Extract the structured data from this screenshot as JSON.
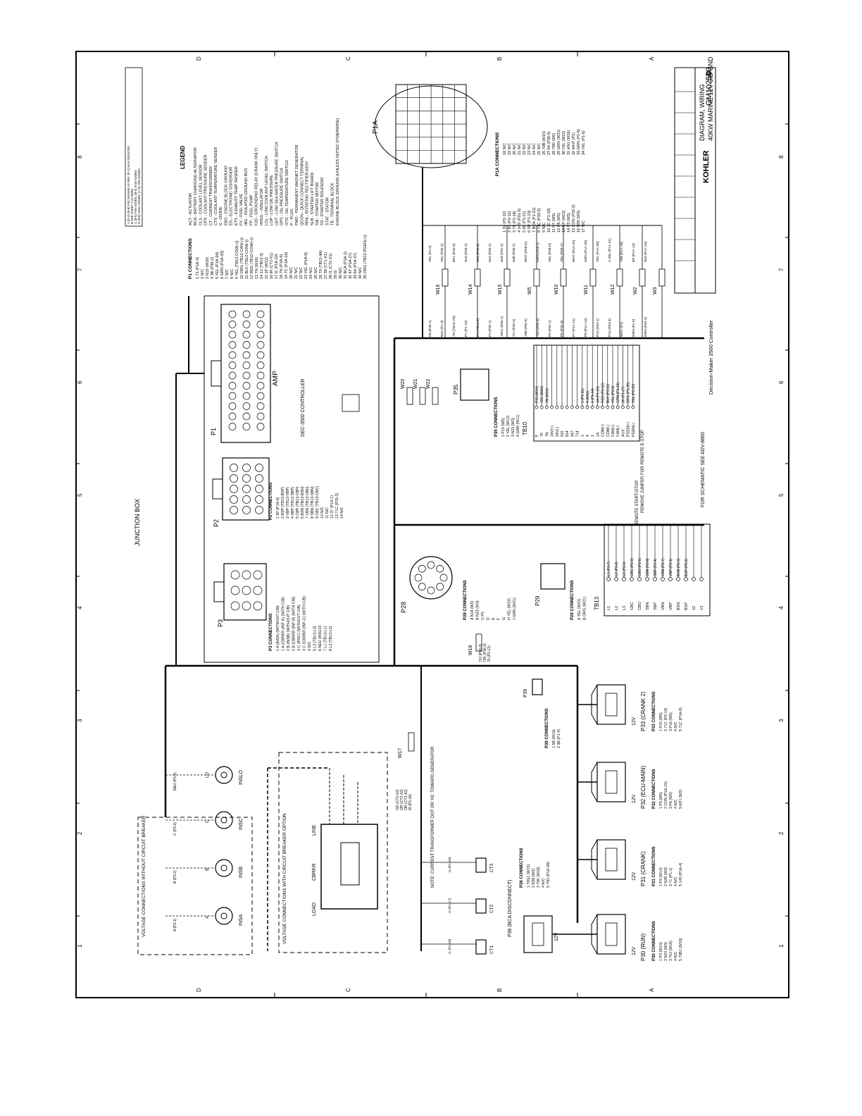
{
  "drawing": {
    "number": "GM102540",
    "rev": "D",
    "title_lines": [
      "DIAGRAM, WIRING",
      "40KW MARINE 12V 3ID GND"
    ],
    "company": "KOHLER",
    "footnote": "Decision-Maker 3500 Controller",
    "schematic_ref": "FOR SCHEMATIC SEE ADV-8860"
  },
  "zones": {
    "rows": [
      "D",
      "C",
      "B",
      "A"
    ],
    "cols": [
      "1",
      "2",
      "3",
      "4",
      "5",
      "6",
      "7",
      "8"
    ]
  },
  "revisions": [
    {
      "rev": "A",
      "text": "(D-2)-(E-8) P33 SHOWN AS REF. (P-2) WAS DELETED"
    },
    {
      "rev": "B",
      "text": "SEE SHEET 2 (273630)"
    },
    {
      "rev": "C",
      "text": "(B-6) P39 ADDED, (B-5) W18 ADDED"
    },
    {
      "rev": "D",
      "text": "(B-8) 70G1 ADDED, (A-5) 70D ADDED"
    }
  ],
  "legend": {
    "title": "LEGEND",
    "items": [
      "ACT - ACTUATOR",
      "BCA - BATTERY CHARGING ALTERNATOR",
      "CLS - COOLANT LEVEL SENSOR",
      "CPS - COOLANT PRESSURE SENDER",
      "CT - CURRENT TRANSFORMER",
      "CTS - COOLANT TEMPERATURE SENDER",
      "D - DIODE",
      "EBG - ENGINE BLOCK GROUND",
      "EG - ELECTRONIC GOVERNOR",
      "ETS - EXHAUST TEMP SENDER",
      "FV - FUEL VALVE",
      "IBG - ISOLATED GROUND BUS",
      "FP - FUEL PUMP",
      "K20 - GROUNDING RELAY (CRANK ONLY)",
      "INSUL - INSULATOR",
      "LCL - LOW COOLANT LEVEL SWITCH",
      "LOP - LOW OIL PRESSURE",
      "LWT - LOW SEA WATER PRESSURE SWITCH",
      "OPS - OIL PRESSURE SWITCH",
      "OTS - OIL TEMPERATURE SWITCH",
      "P - PLUG",
      "PMG - PERMANENT MAGNET GENERATOR",
      "QCON - QUICK CONNECT TERMINAL",
      "RRA - ROTATING RECTIFIER ASSY",
      "SLB - STARTER LIFT BOARD",
      "SM - STARTER MOTOR",
      "SS - STARTER SOLENOID",
      "STAT - STATOR",
      "TB - TERMINAL BLOCK",
      "ENGINE BLOCK GROUND (UNLESS NOTED OTHERWISE)"
    ]
  },
  "blocks": {
    "junction_box": "JUNCTION BOX",
    "controller": "DEC-3500 CONTROLLER",
    "amp": "AMP",
    "remote_start": "REMOTE START/STOP",
    "remote_jumper": "REMOVE JUMPER FOR REMOTE E-STOP",
    "voltage_no_breaker": "VOLTAGE CONNECTIONS WITHOUT CIRCUIT BREAKER",
    "voltage_breaker": "VOLTAGE CONNECTIONS WITH CIRCUIT BREAKER OPTION",
    "breaker": "CBRKR",
    "line": "LINE",
    "load": "LOAD",
    "ct_note": "NOTE: CURRENT TRANSFORMER DOT OR 'H1' TOWARD GENERATOR",
    "connector_p1": "P1",
    "connector_p2": "P2",
    "connector_p3": "P3",
    "connector_p28": "P28",
    "connector_p29": "P29",
    "connector_p35": "P35",
    "connector_p39": "P39",
    "connector_p1a": "P1A",
    "tb10": "TB10",
    "tb13": "TB13"
  },
  "p1_connections": {
    "title": "P1 CONNECTIONS",
    "rows": [
      "1 71 (P1A-3)",
      "2 N/C",
      "3 N15 (W16)",
      "4 3B (P39-2)",
      "5 YEL (P1A-34)",
      "6 GRN (P1A-33)",
      "7 N/C",
      "8 N/C",
      "9 YEL (TB12-COM(+))",
      "10 ORG (TB12-CAN(+))",
      "11 BLK (TB12-COM(-))",
      "12 RED (TB12-COM(+))",
      "13 7N (W16)",
      "14 12 (TB12-3)",
      "15 1P (W12)",
      "16 IR (CT2-X1)",
      "17 I2 (P1A-22)",
      "18 7N (P1A-8)",
      "19 7C (P1A-10)",
      "20 N/C",
      "21 N/C",
      "22 N/C",
      "23 YEL (P1A-6)",
      "24 N/C",
      "25 N/C",
      "26 70 (TB12-4A)",
      "27 30 (CT1-X1)",
      "28 I1 (CT1-X1)",
      "29 I3",
      "30 N/C",
      "31 BCA (P1A-2)",
      "32 87 (P1A-27)",
      "33 64 (P1A-27)",
      "34 N/C",
      "35 ORG (TB12-PGEN(+))"
    ]
  },
  "p1a_connections": {
    "title": "P1A CONNECTIONS",
    "rows": [
      "1 37 (P2-12)",
      "2 87 (P2-12)",
      "3 71 (P1-18)",
      "4 14S (P31-5)",
      "5 69 (P1-21)",
      "6 5R (P1-23)",
      "7 BCA (P1-31)",
      "8 71C (P33-5)",
      "9 N/C",
      "10 7C (P1-19)",
      "11 P7 (W5)",
      "12 P8 (W5)",
      "13 EP (W12)",
      "14 P3 (W5)",
      "15 CON (P32-2)",
      "16 N20 (W3)",
      "17 N/C",
      "18 N/C",
      "19 N/C",
      "20 N/C",
      "21 N/C",
      "22 N/C",
      "23 N/C",
      "24 N/C",
      "25 N/C",
      "26 70B (W15)",
      "27 64 (P36-5)",
      "28 70D (W5)",
      "29 GRN (W21)",
      "30 YEL (W22)",
      "31 HN1 (W16)",
      "32 WHT (P1)",
      "33 GRN (P1-6)",
      "34 YEL (P1-5)"
    ]
  },
  "p2_connections": {
    "title": "P2 CONNECTIONS",
    "rows": [
      "1 5P (P1A-6)",
      "2 BSP (TB13-BSP)",
      "3 VBP (TB13-VBP)",
      "4 SBP (TB13-SBP)",
      "5 CBP (TB13-CBP)",
      "6 BSN (TB13-BSN)",
      "7 VBN (TB13-VBN)",
      "8 SBN (TB13-SBN)",
      "9 CBC (TB13-CBC)",
      "10 N/C",
      "11 N/C",
      "12 37 (P1A-1)",
      "13 71C (P33-2)",
      "14 N/C"
    ]
  },
  "p3_connections": {
    "title": "P3 CONNECTIONS",
    "rows": [
      "1 A (INSA) (WITHOUT C/B)",
      "1 A (CBRKR (INF-A) (WITH C/B)",
      "2 B (INSB) (WITHOUT C/B)",
      "2 B (CBRKR (INF-B) (WITH C/B)",
      "3 C (INSC) (WITHOUT C/B)",
      "3 C (CBRKR (INF-C) (WITH C/B)",
      "4 N/C",
      "5 L3 (TB13-L3)",
      "6 NEU (INSLO)",
      "7 L1 (TB13-L1)",
      "8 L2 (TB13-L2)"
    ]
  },
  "p28_connections": {
    "title": "P28 CONNECTIONS",
    "rows": [
      "A N16 (W2)",
      "B N23 (W3)",
      "C P5",
      "D",
      "E",
      "F",
      "G",
      "H YEL (W22)",
      "J GRN (W21)"
    ]
  },
  "p29_connections": {
    "title": "P29 CONNECTIONS",
    "rows": [
      "A YEL (W22)",
      "B ORG (W21)"
    ]
  },
  "p35_connections": {
    "title": "P35 CONNECTIONS",
    "rows": [
      "1 P15 (W5)",
      "2 YEL (W12)",
      "3 N23 (W3)",
      "4 GRN (W11)"
    ]
  },
  "p39_connections": {
    "title": "P39 CONNECTIONS",
    "rows": [
      "1 5B (W16)",
      "2 3B (P1-4)"
    ]
  },
  "p30_connections": {
    "title": "P30 CONNECTIONS",
    "label": "P30 (RUN)",
    "rows": [
      "1 P3 (W14)",
      "2 N24 (W3)",
      "3 70J (W16)",
      "4 N/C",
      "5 70B1 (W16)"
    ]
  },
  "p31_connections": {
    "title": "P31 CONNECTIONS",
    "label": "P31 (CRANK)",
    "rows": [
      "1 P4 (W14)",
      "2 N28 (W3)",
      "3 71 (P1-1)",
      "4 N/C",
      "5 14S (P1A-4)"
    ]
  },
  "p32_connections": {
    "title": "P32 CONNECTIONS",
    "label": "P32 (ECU-MAIN)",
    "rows": [
      "1 P5 (W5)",
      "2 CON (P1A-15)",
      "3 P6 (W5)",
      "4 N/C",
      "5 EP1 (W2)"
    ]
  },
  "p33_connections": {
    "title": "P33 CONNECTIONS",
    "label": "P33 (CRANK 2)",
    "rows": [
      "1 P15 (W5)",
      "2 71C (P2-13)",
      "3 P16 (W5)",
      "4 N/C",
      "5 71C (P1A-8)"
    ]
  },
  "p36_connections": {
    "title": "P36 CONNECTIONS",
    "label": "P36 (BCA DISCONNECT)",
    "rows": [
      "1 70G1 (W15)",
      "2 N38 (W3)",
      "3 70K (W18)",
      "4 N/C",
      "5 70D (P1A-28)"
    ]
  },
  "tb10_terminals": [
    "P",
    "70",
    "7N",
    "24V(+)",
    "24V(-)",
    "915",
    "814",
    "947",
    "714",
    "3",
    "4",
    "1",
    "1A",
    "COM(+)",
    "COM(-)",
    "CAN(+)",
    "CAN(-)",
    "AUX",
    "PGEN(+)",
    "PGEN(-)"
  ],
  "tb10_wires": [
    "P15 (W14)",
    "70G (W16)",
    "7N (W16)",
    "",
    "",
    "",
    "",
    "",
    "",
    "3 (P1-15)",
    "4 (W16)",
    "1 (P1-14)",
    "1A (P1-26)",
    "RED (P1-12)",
    "BLK (P1-11)",
    "YEL (P1-9)",
    "GRN (P1-10)",
    "30 (P1-27)",
    "ORG (P1-35)",
    "YEL (P1-23)"
  ],
  "tb13_terminals": [
    "L1",
    "L2",
    "L3",
    "CBC",
    "CBO",
    "SBN",
    "SBP",
    "VBN",
    "VBP",
    "BSN",
    "BSP",
    "12",
    "13"
  ],
  "tb13_wires": [
    "L1 (P3-7)",
    "L2 (P3-8)",
    "L3 (P3-5)",
    "CBC (P2-9)",
    "CBO (P2-5)",
    "SBN (P2-8)",
    "SBP (P2-4)",
    "VBN (P2-7)",
    "VBP (P2-3)",
    "BSN (P2-6)",
    "BSP (P2-2)",
    "",
    ""
  ],
  "harness_labels": [
    "W16",
    "W14",
    "W15",
    "W5",
    "W10",
    "W11",
    "W12",
    "W2",
    "W3",
    "W20",
    "W21",
    "W22",
    "W17",
    "W18"
  ],
  "harness_wires": [
    "5N (P39-1)",
    "N15 (P1-3)",
    "7N (TB10-7N)",
    "P1 (P1-15)",
    "P3 (TB10-P)",
    "P4 (P30-1)",
    "70G1 (P36-1)",
    "70J (P30-3)",
    "70B (P30-5)",
    "70D (P36-5)",
    "P5 (P32-1)",
    "P6 (P32-3)",
    "P7 (P1A-11)",
    "P8 (P1A-12)",
    "P15 (P33-1)",
    "P16 (P33-3)",
    "WHT (P1)",
    "GRN (P1-6)",
    "GRN (P35-4)",
    "YEL (P1-5)",
    "YEL (P35-2)",
    "EP1 (P32-5)",
    "N16 (P28-A)",
    "N23 (P35-3)",
    "N24 (P30-2)",
    "N28 (P31-2)",
    "N38 (P36-2)",
    "WHT (P28-G)",
    "GRN (P28-J)",
    "YEL (P28-H)",
    "YEL (P29-A)",
    "WHT (P1A-32)",
    "GRN (P1A-29)",
    "YEL (P1A-30)",
    "4-4N1 (P1A-31)",
    "70B (P1A-26)",
    "EP (P1A-13)",
    "N20 (P1A-16)"
  ],
  "insulators": [
    {
      "name": "INSA",
      "wire": "A (P3-1)"
    },
    {
      "name": "INSB",
      "wire": "B (P3-2)"
    },
    {
      "name": "INSC",
      "wire": "C (P3-3)"
    },
    {
      "name": "INSLO",
      "wire": "NEU (P3-6)"
    }
  ],
  "cts": [
    {
      "name": "CT1",
      "wires": [
        "I1R (CT1-X2)",
        "I1 (P1-28)"
      ]
    },
    {
      "name": "CT2",
      "wires": [
        "I2R (CT2-X2)",
        "I2 (P1-17)"
      ]
    },
    {
      "name": "CT3",
      "wires": [
        "I3R (CT3-X2)",
        "I3 (P1-29)"
      ]
    }
  ],
  "w17_wires": [
    "I1R (CT1-X2)",
    "I2R (CT2-X2)",
    "I3R (CT3-X2)",
    "IR (P1-16)"
  ],
  "w18_wires": [
    "70J (P30-3)",
    "70K (P36-3)",
    "70 (P1-13)"
  ]
}
